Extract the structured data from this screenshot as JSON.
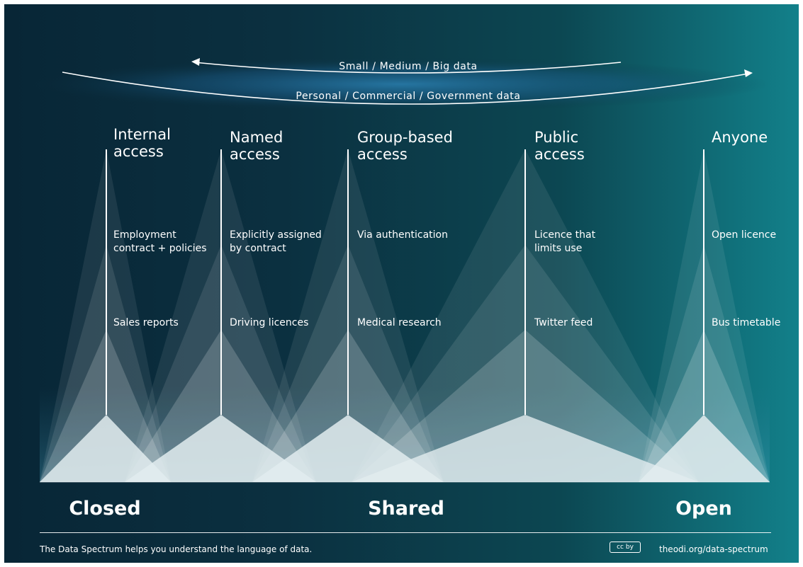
{
  "scales": {
    "top": "Small  /  Medium  /  Big data",
    "bottom": "Personal  /  Commercial  /  Government data"
  },
  "columns": [
    {
      "title": "Internal access",
      "title_lines": [
        "Internal",
        "access"
      ],
      "condition_lines": [
        "Employment",
        "contract + policies"
      ],
      "example": "Sales reports"
    },
    {
      "title": "Named access",
      "title_lines": [
        "Named",
        "access"
      ],
      "condition_lines": [
        "Explicitly assigned",
        "by contract"
      ],
      "example": "Driving licences"
    },
    {
      "title": "Group-based access",
      "title_lines": [
        "Group-based",
        "access"
      ],
      "condition_lines": [
        "Via authentication"
      ],
      "example": "Medical research"
    },
    {
      "title": "Public access",
      "title_lines": [
        "Public",
        "access"
      ],
      "condition_lines": [
        "Licence that",
        "limits use"
      ],
      "example": "Twitter feed"
    },
    {
      "title": "Anyone",
      "title_lines": [
        "Anyone"
      ],
      "condition_lines": [
        "Open licence"
      ],
      "example": "Bus timetable"
    }
  ],
  "spectrum": {
    "closed": "Closed",
    "shared": "Shared",
    "open": "Open"
  },
  "footer": {
    "tagline": "The Data Spectrum helps you understand the language of data.",
    "license_badge": "cc by",
    "url": "theodi.org/data-spectrum"
  },
  "colors": {
    "background_dark": "#082636",
    "background_teal": "#12808a",
    "light": "#ffffff"
  }
}
